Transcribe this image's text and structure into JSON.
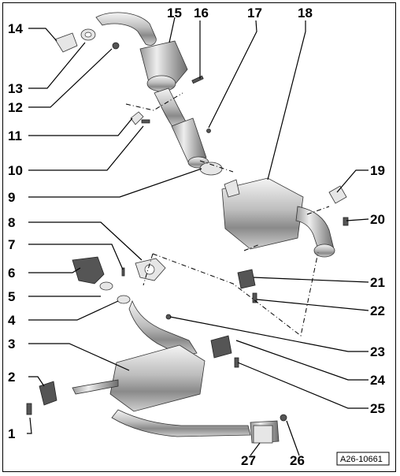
{
  "drawing_code": "A26-10661",
  "parts": [
    {
      "id": "part-1",
      "label": "1"
    },
    {
      "id": "part-2",
      "label": "2"
    },
    {
      "id": "part-3",
      "label": "3"
    },
    {
      "id": "part-4",
      "label": "4"
    },
    {
      "id": "part-5",
      "label": "5"
    },
    {
      "id": "part-6",
      "label": "6"
    },
    {
      "id": "part-7",
      "label": "7"
    },
    {
      "id": "part-8",
      "label": "8"
    },
    {
      "id": "part-9",
      "label": "9"
    },
    {
      "id": "part-10",
      "label": "10"
    },
    {
      "id": "part-11",
      "label": "11"
    },
    {
      "id": "part-12",
      "label": "12"
    },
    {
      "id": "part-13",
      "label": "13"
    },
    {
      "id": "part-14",
      "label": "14"
    },
    {
      "id": "part-15",
      "label": "15"
    },
    {
      "id": "part-16",
      "label": "16"
    },
    {
      "id": "part-17",
      "label": "17"
    },
    {
      "id": "part-18",
      "label": "18"
    },
    {
      "id": "part-19",
      "label": "19"
    },
    {
      "id": "part-20",
      "label": "20"
    },
    {
      "id": "part-21",
      "label": "21"
    },
    {
      "id": "part-22",
      "label": "22"
    },
    {
      "id": "part-23",
      "label": "23"
    },
    {
      "id": "part-24",
      "label": "24"
    },
    {
      "id": "part-25",
      "label": "25"
    },
    {
      "id": "part-26",
      "label": "26"
    },
    {
      "id": "part-27",
      "label": "27"
    }
  ],
  "colors": {
    "line": "#000000",
    "metal_light": "#eeeeee",
    "metal_dark": "#7a7a7a"
  }
}
